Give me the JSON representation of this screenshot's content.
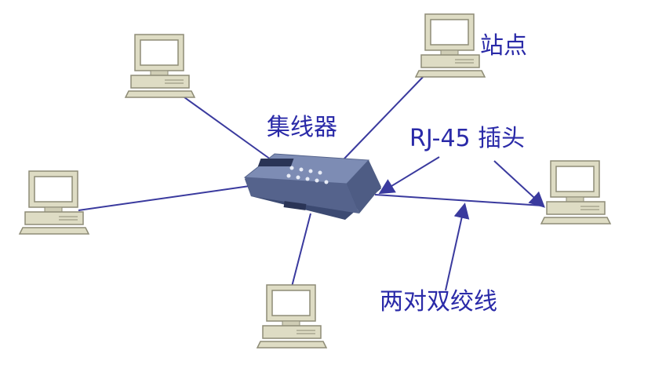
{
  "labels": {
    "station": "站点",
    "hub": "集线器",
    "plug": "RJ-45 插头",
    "cable": "两对双绞线"
  },
  "colors": {
    "line": "#3a3a9e",
    "label": "#2a2aa8",
    "pc_body": "#dedcc4",
    "pc_shadow": "#8e8c76",
    "screen": "#ffffff",
    "hub_top": "#6f7ea6",
    "hub_side": "#3c4a72"
  },
  "icons": [
    "pc-icon",
    "hub-icon",
    "arrow-icon"
  ]
}
